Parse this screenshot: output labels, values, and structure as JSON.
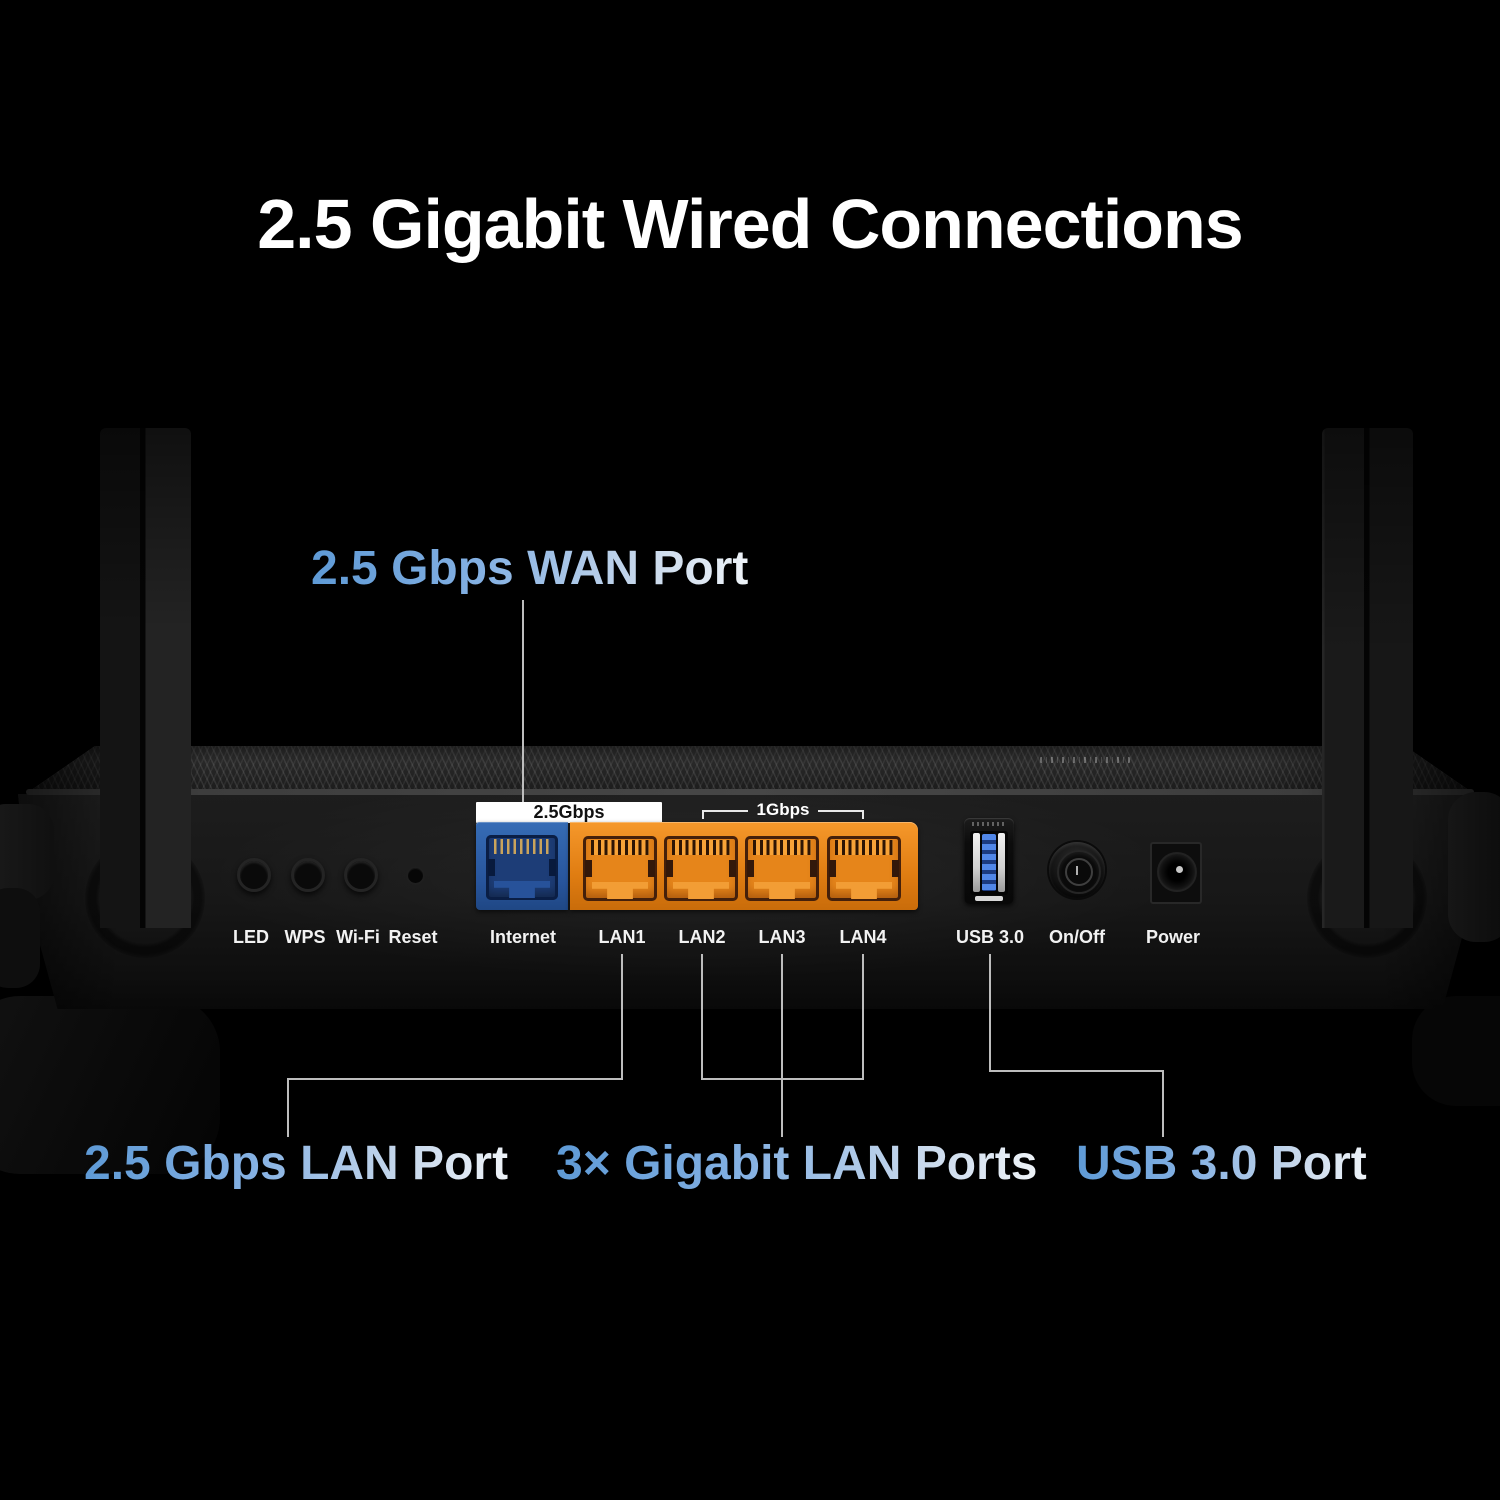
{
  "title": "2.5 Gigabit Wired Connections",
  "callouts": {
    "wan": "2.5 Gbps WAN Port",
    "lan25": "2.5 Gbps LAN Port",
    "gigabit": "3× Gigabit LAN Ports",
    "usb": "USB 3.0 Port"
  },
  "speed_tags": {
    "wan": "2.5Gbps",
    "lan": "1Gbps"
  },
  "ports": {
    "labels": [
      "LED",
      "WPS",
      "Wi-Fi",
      "Reset",
      "Internet",
      "LAN1",
      "LAN2",
      "LAN3",
      "LAN4",
      "USB 3.0",
      "On/Off",
      "Power"
    ]
  },
  "colors": {
    "background": "#000000",
    "callout_text_start": "#5e9ad6",
    "callout_text_end": "#eef3f8",
    "callout_line": "#bdbdbd",
    "wan_port_blue": "#2e63ae",
    "lan_port_orange": "#ee8a1d",
    "usb_tongue_blue": "#3a6ad8",
    "speed_tag_bg": "#ffffff",
    "title_text": "#ffffff"
  }
}
